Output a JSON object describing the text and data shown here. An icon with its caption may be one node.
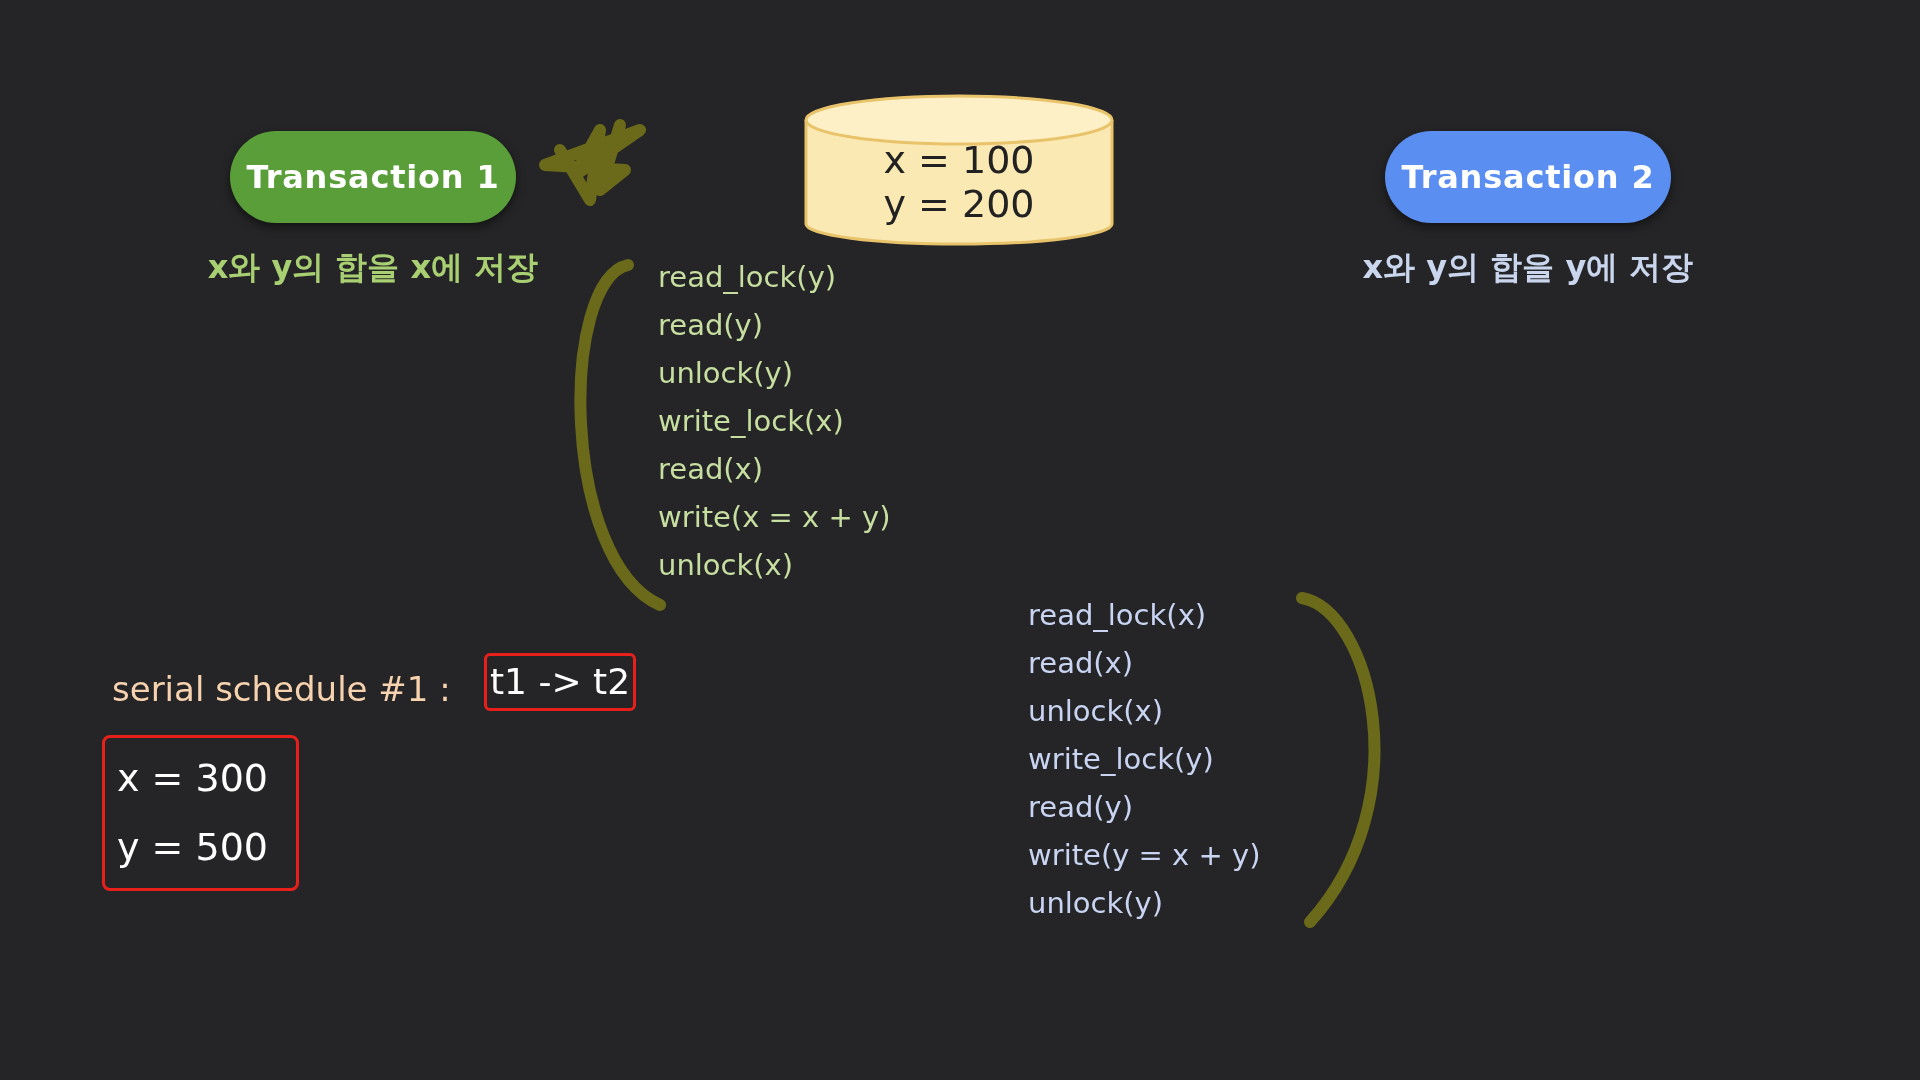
{
  "diagram": {
    "nodes": [
      {
        "text": [
          "Transaction 1"
        ],
        "beside": [
          "x와 y의 합을 x에 저장"
        ]
      },
      {
        "text": [
          "x = 100",
          "y = 200"
        ]
      },
      {
        "text": [
          "Transaction 2"
        ],
        "beside": [
          "x와 y의 합을 y에 저장"
        ]
      },
      {
        "text": [
          "t1 -> t2"
        ]
      },
      {
        "text": [
          "x = 300",
          "y = 500"
        ]
      }
    ],
    "labels": [
      "read_lock(y)",
      "read(y)",
      "unlock(y)",
      "write_lock(x)",
      "read(x)",
      "write(x = x + y)",
      "unlock(x)",
      "read_lock(x)",
      "read(x)",
      "unlock(x)",
      "write_lock(y)",
      "read(y)",
      "write(y = x + y)",
      "unlock(y)",
      "serial schedule #1 :"
    ]
  }
}
